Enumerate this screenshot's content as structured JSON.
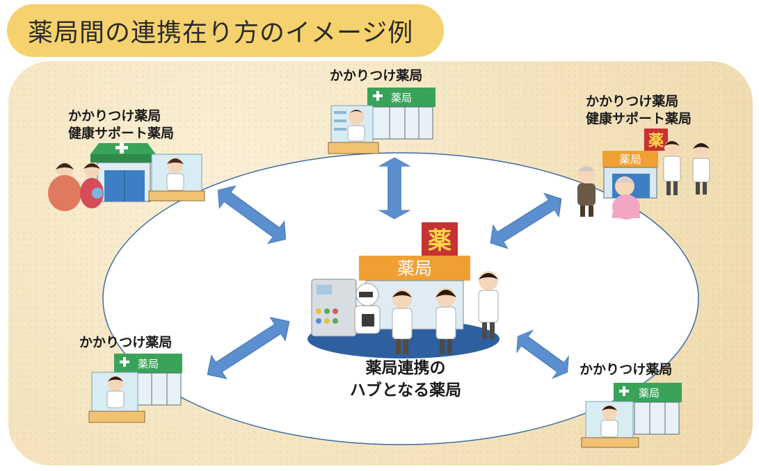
{
  "title": "薬局間の連携在り方のイメージ例",
  "center": {
    "line1": "薬局連携の",
    "line2": "ハブとなる薬局",
    "sign": "薬局",
    "kanji_sign": "薬"
  },
  "pharmacies": {
    "top": {
      "label1": "かかりつけ薬局",
      "sign": "薬局"
    },
    "top_left": {
      "label1": "かかりつけ薬局",
      "label2": "健康サポート薬局"
    },
    "top_right": {
      "label1": "かかりつけ薬局",
      "label2": "健康サポート薬局",
      "sign": "薬局",
      "kanji_sign": "薬"
    },
    "bottom_left": {
      "label1": "かかりつけ薬局",
      "sign": "薬局"
    },
    "bottom_right": {
      "label1": "かかりつけ薬局",
      "sign": "薬局"
    }
  },
  "colors": {
    "title_bg": "#f5d26e",
    "arrow": "#5b8fcf",
    "sign_green": "#3aa35a",
    "sign_orange": "#f0a032",
    "kanji_red": "#c83232"
  }
}
